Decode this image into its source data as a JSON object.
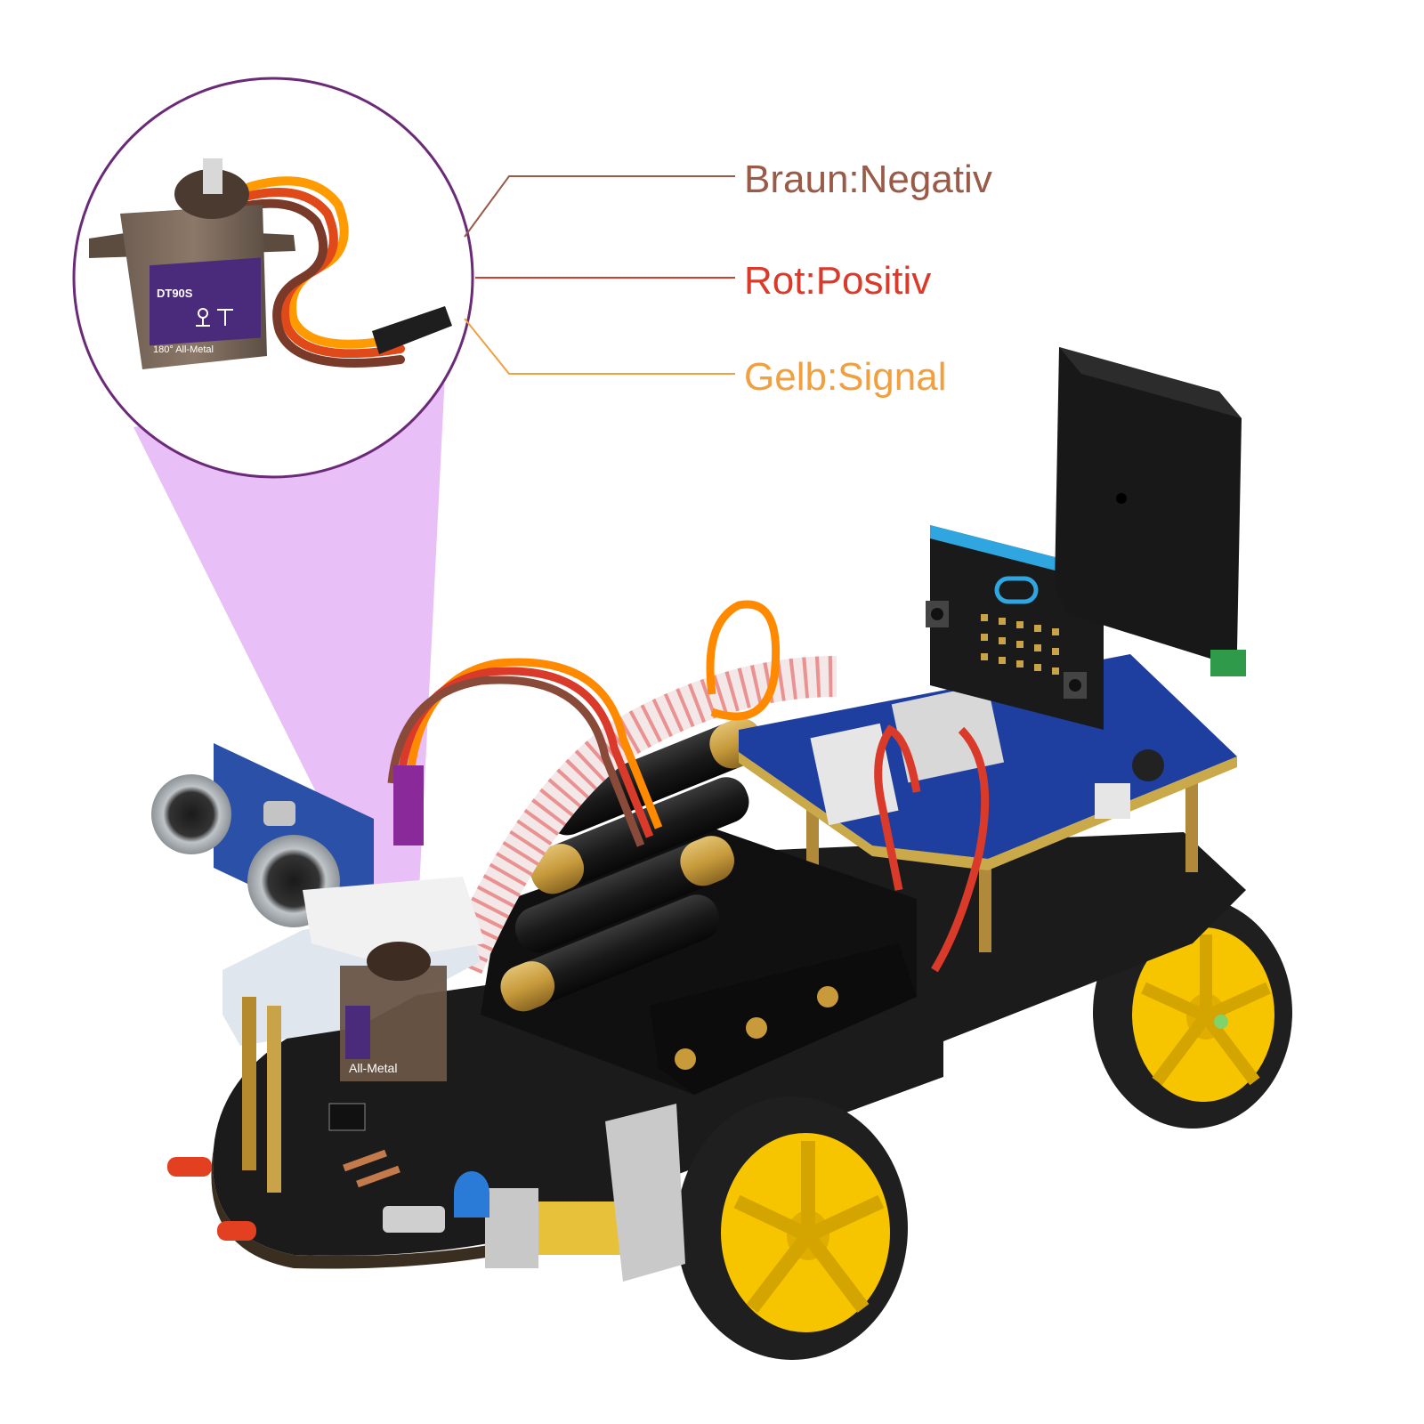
{
  "colors": {
    "brown": "#9a5a48",
    "red": "#d93a2a",
    "yellow": "#f0a040",
    "purple_ring": "#6a2a78",
    "purple_beam": "#e6b8f6",
    "board_black": "#1b1b1b",
    "wheel_yellow": "#f7c400",
    "tire": "#1f1f1f",
    "pcb_blue": "#1f3fa0"
  },
  "servo": {
    "model": "DT90S",
    "spec": "180° All-Metal",
    "small_spec": "All-Metal"
  },
  "labels": {
    "brown": "Braun:Negativ",
    "red": "Rot:Positiv",
    "yellow": "Gelb:Signal"
  },
  "icons": {
    "servo_logo": "gripper-robot-logo-icon",
    "microbit_logo": "microbit-logo-icon"
  }
}
